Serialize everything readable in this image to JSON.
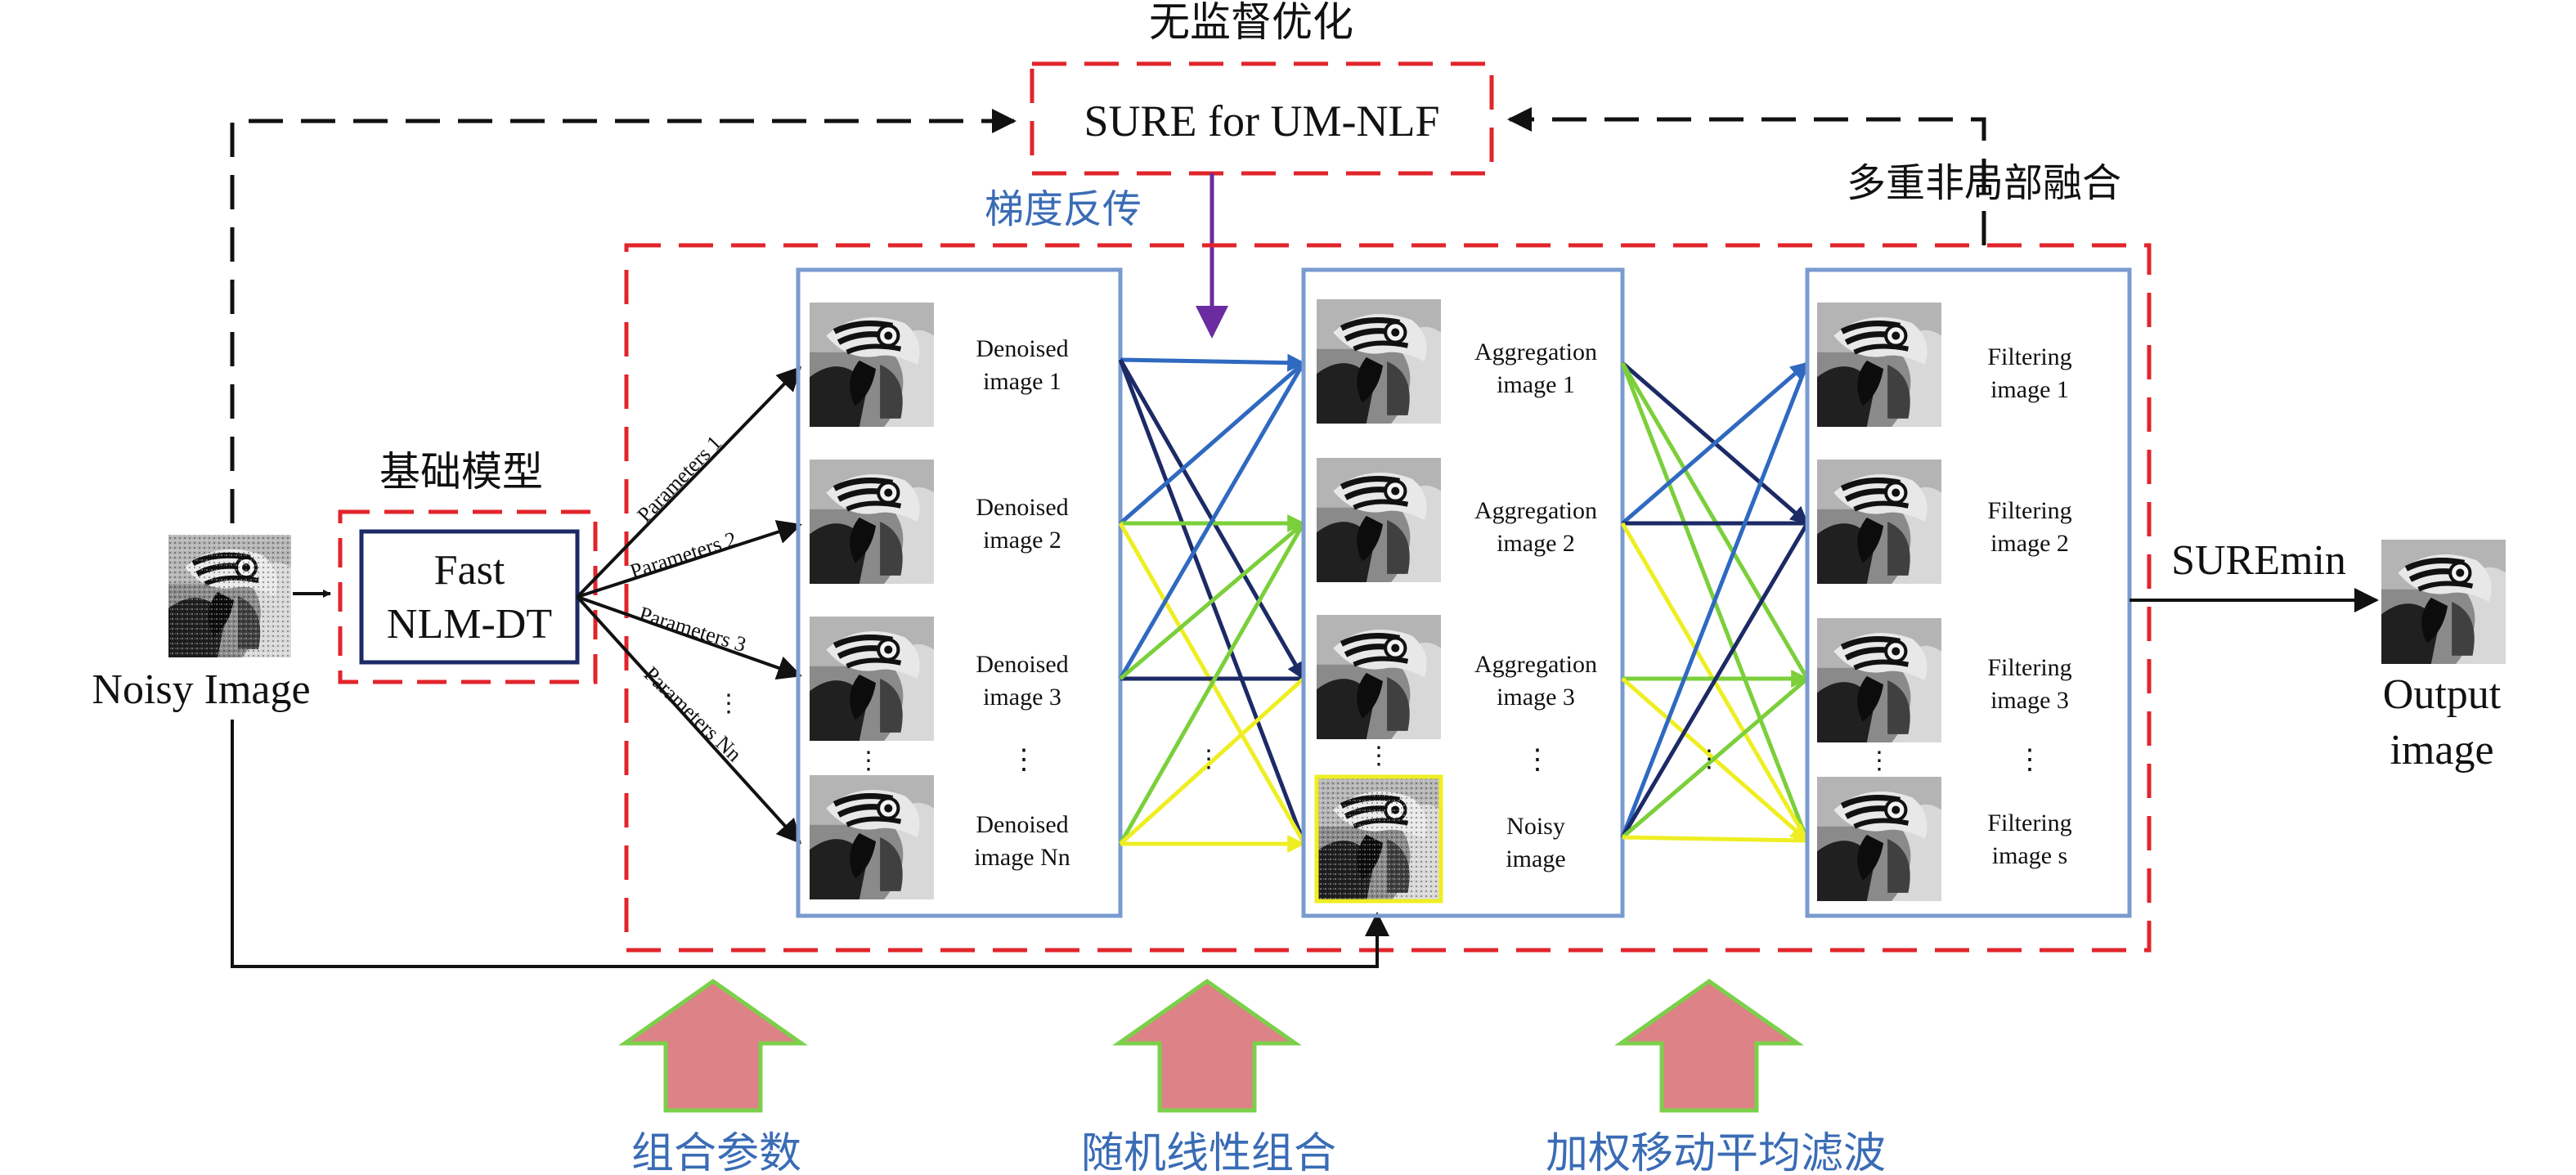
{
  "colors": {
    "red_dash": "#e2242b",
    "panel_blue": "#7a9bd0",
    "label_blue": "#3a6cb5",
    "purple": "#6a2ca0",
    "dark_navy": "#1c2a66",
    "mid_blue": "#2f69c0",
    "green": "#7bcf3a",
    "yellow": "#eeee22",
    "pink_arrow": "#dd8286",
    "green_outline": "#7bd04a"
  },
  "top": {
    "title": "无监督优化",
    "sure_label": "SURE for UM-NLF",
    "grad_label": "梯度反传",
    "fusion_label": "多重非局部融合"
  },
  "left": {
    "base_label": "基础模型",
    "fast": "Fast",
    "nlmdt": "NLM-DT",
    "noisy_label": "Noisy Image"
  },
  "params": [
    "Parameters 1",
    "Parameters 2",
    "Parameters 3",
    "Parameters Nn"
  ],
  "dots": "⋮",
  "panel1": [
    "Denoised",
    "image 1",
    "Denoised",
    "image 2",
    "Denoised",
    "image 3",
    "Denoised",
    "image Nn"
  ],
  "panel2": [
    "Aggregation",
    "image 1",
    "Aggregation",
    "image 2",
    "Aggregation",
    "image 3",
    "Noisy",
    "image"
  ],
  "panel3": [
    "Filtering",
    "image 1",
    "Filtering",
    "image 2",
    "Filtering",
    "image 3",
    "Filtering",
    "image s"
  ],
  "output": {
    "suremin": "SUREmin",
    "output_l1": "Output",
    "output_l2": "image"
  },
  "bottom": [
    "组合参数",
    "随机线性组合",
    "加权移动平均滤波"
  ]
}
